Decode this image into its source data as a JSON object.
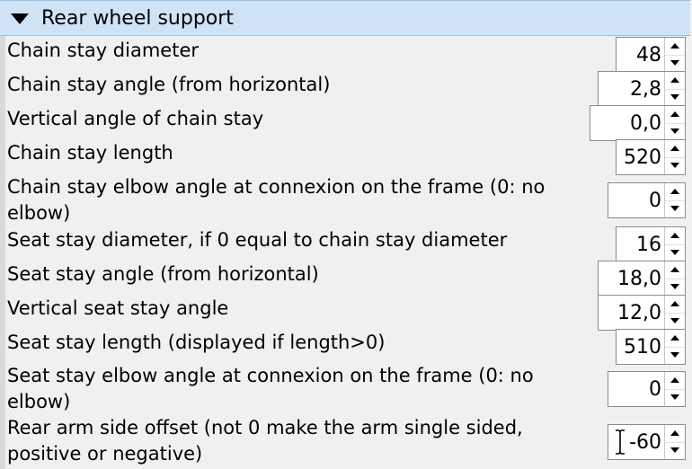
{
  "section": {
    "title": "Rear wheel support",
    "expanded": true
  },
  "fields": [
    {
      "label": "Chain stay diameter",
      "value": "48"
    },
    {
      "label": "Chain stay angle (from horizontal)",
      "value": "2,8"
    },
    {
      "label": "Vertical angle of chain stay",
      "value": "0,0"
    },
    {
      "label": "Chain stay length",
      "value": "520"
    },
    {
      "label": "Chain stay elbow angle at connexion on the frame (0: no elbow)",
      "value": "0"
    },
    {
      "label": "Seat stay diameter, if 0 equal to chain stay diameter",
      "value": "16"
    },
    {
      "label": "Seat stay angle (from horizontal)",
      "value": "18,0"
    },
    {
      "label": "Vertical seat stay angle",
      "value": "12,0"
    },
    {
      "label": "Seat stay length (displayed if length>0)",
      "value": "510"
    },
    {
      "label": "Seat stay elbow angle at connexion on the frame (0: no elbow)",
      "value": "0"
    },
    {
      "label": "Rear arm side offset (not 0 make the arm single sided, positive or negative)",
      "value": "-60"
    }
  ]
}
